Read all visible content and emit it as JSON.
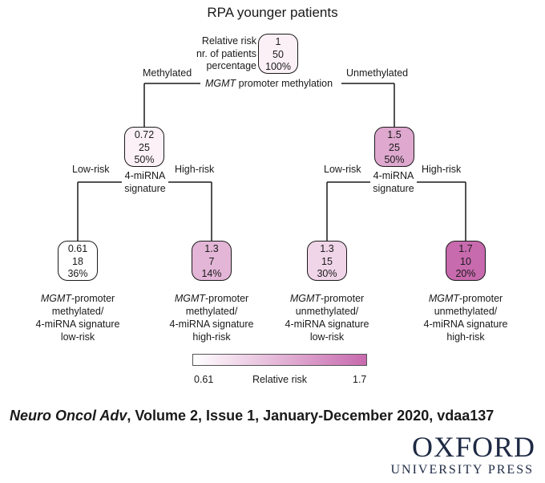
{
  "title": "RPA younger patients",
  "root": {
    "labels": [
      "Relative risk",
      "nr. of patients",
      "percentage"
    ],
    "values": [
      "1",
      "50",
      "100%"
    ],
    "fill": "#fbf0f6"
  },
  "split1": {
    "name_italic": "MGMT",
    "name_rest": " promoter methylation",
    "left": "Methylated",
    "right": "Unmethylated"
  },
  "node_meth": {
    "values": [
      "0.72",
      "25",
      "50%"
    ],
    "fill": "#fbf1f7"
  },
  "node_unmeth": {
    "values": [
      "1.5",
      "25",
      "50%"
    ],
    "fill": "#dea8cf"
  },
  "split2": {
    "name": [
      "4-miRNA",
      "signature"
    ],
    "low": "Low-risk",
    "high": "High-risk"
  },
  "leaves": [
    {
      "values": [
        "0.61",
        "18",
        "36%"
      ],
      "fill": "#ffffff",
      "italic": "MGMT",
      "line1_rest": "-promoter",
      "lines": [
        "methylated/",
        "4-miRNA signature",
        "low-risk"
      ]
    },
    {
      "values": [
        "1.3",
        "7",
        "14%"
      ],
      "fill": "#e3b6d7",
      "italic": "MGMT",
      "line1_rest": "-promoter",
      "lines": [
        "methylated/",
        "4-miRNA signature",
        "high-risk"
      ]
    },
    {
      "values": [
        "1.3",
        "15",
        "30%"
      ],
      "fill": "#f0d5e8",
      "italic": "MGMT",
      "line1_rest": "-promoter",
      "lines": [
        "unmethylated/",
        "4-miRNA signature",
        "low-risk"
      ]
    },
    {
      "values": [
        "1.7",
        "10",
        "20%"
      ],
      "fill": "#c86aae",
      "italic": "MGMT",
      "line1_rest": "-promoter",
      "lines": [
        "unmethylated/",
        "4-miRNA signature",
        "high-risk"
      ]
    }
  ],
  "legend": {
    "min": "0.61",
    "label": "Relative risk",
    "max": "1.7"
  },
  "citation": {
    "journal": "Neuro Oncol Adv",
    "rest": ", Volume 2, Issue 1, January-December 2020, vdaa137"
  },
  "publisher": {
    "line1": "OXFORD",
    "line2": "UNIVERSITY PRESS"
  }
}
